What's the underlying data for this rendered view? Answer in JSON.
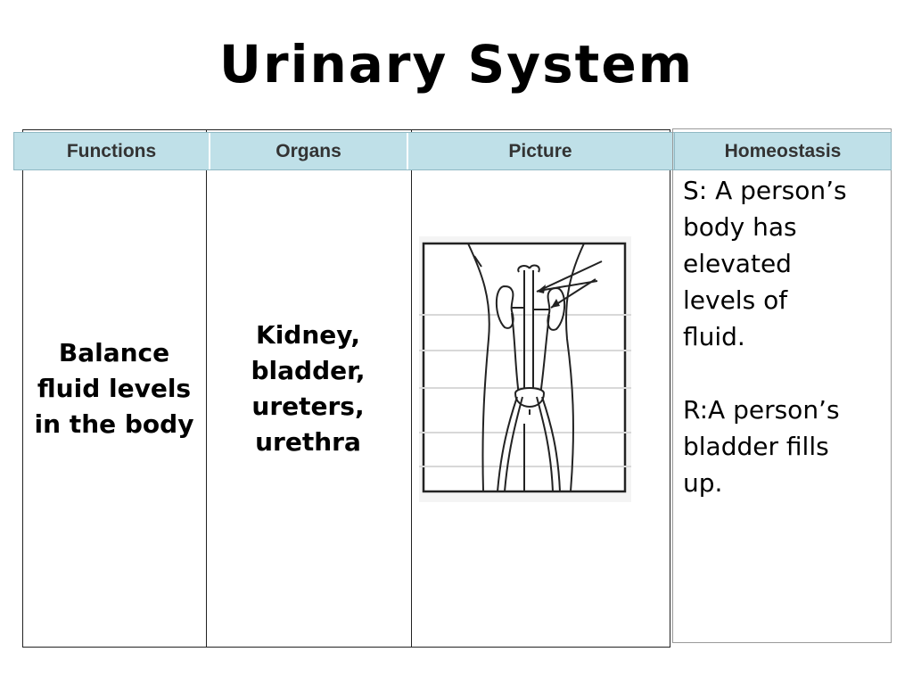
{
  "title": "Urinary System",
  "table": {
    "headers": [
      "Functions",
      "Organs",
      "Picture"
    ],
    "functions": [
      "Balance",
      "fluid levels",
      "in the body"
    ],
    "organs": [
      "Kidney,",
      "bladder,",
      "ureters,",
      "urethra"
    ]
  },
  "homeostasis": {
    "header": "Homeostasis",
    "stimulus": [
      "S: A person’s",
      "body has",
      "elevated",
      "levels of",
      "fluid."
    ],
    "response": [
      "R:A person’s",
      "bladder fills",
      "up."
    ]
  }
}
